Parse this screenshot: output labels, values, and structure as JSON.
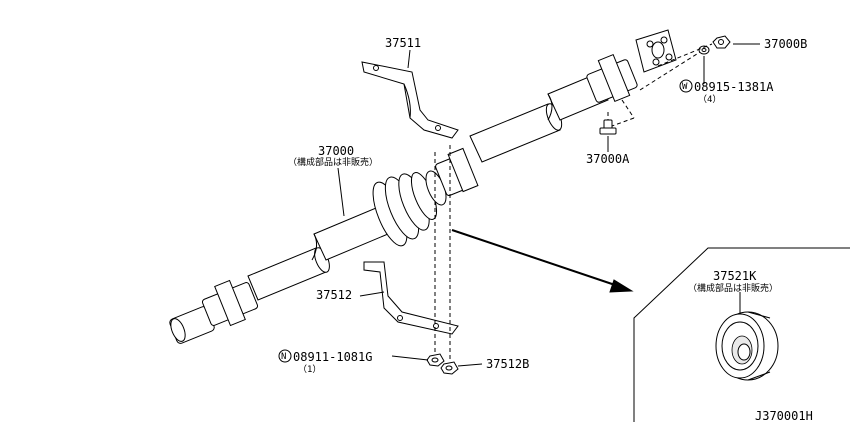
{
  "callouts": {
    "bracket_front": "37511",
    "bracket_rear": "37512",
    "propshaft": "37000",
    "propshaft_note": "（構成部品は非販売）",
    "bolt": "37000A",
    "flange_nut": "37000B",
    "washer_symbol": "W",
    "washer_part": "08915-1381A",
    "washer_qty": "（4）",
    "nut_symbol": "N",
    "nut_part": "08911-1081G",
    "nut_qty": "（1）",
    "bracket_nut": "37512B",
    "center_bearing": "37521K",
    "center_bearing_note": "（構成部品は非販売）"
  },
  "diagram_id": "J370001H"
}
